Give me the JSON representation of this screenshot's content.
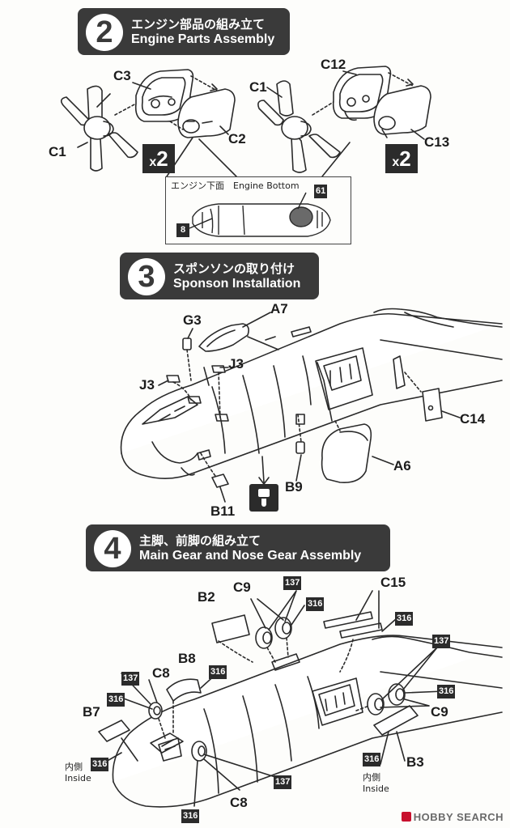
{
  "steps": [
    {
      "number": "2",
      "title_jp": "エンジン部品の組み立て",
      "title_en": "Engine Parts Assembly"
    },
    {
      "number": "3",
      "title_jp": "スポンソンの取り付け",
      "title_en": "Sponson Installation"
    },
    {
      "number": "4",
      "title_jp": "主脚、前脚の組み立て",
      "title_en": "Main Gear and Nose Gear Assembly"
    }
  ],
  "step2": {
    "left_parts": [
      "C3",
      "C1",
      "C2"
    ],
    "right_parts": [
      "C12",
      "C1",
      "C13"
    ],
    "multiplier": "×2",
    "multiplier_x": "x",
    "multiplier_n": "2",
    "inset_title": "エンジン下面　Engine Bottom",
    "inset_paint_top": "61",
    "inset_paint_bottom": "8"
  },
  "step3": {
    "parts": [
      "A7",
      "G3",
      "J3",
      "J3",
      "C14",
      "A6",
      "B9",
      "B11"
    ]
  },
  "step4": {
    "labels": [
      "B2",
      "C9",
      "C15",
      "B8",
      "C8",
      "C9",
      "B7",
      "B3",
      "C8"
    ],
    "paint_codes": [
      "137",
      "316",
      "316",
      "316",
      "137",
      "316",
      "316",
      "137",
      "316",
      "316",
      "137",
      "316"
    ],
    "inside_jp_left": "内側",
    "inside_en_left": "Inside",
    "inside_jp_right": "内側",
    "inside_en_right": "Inside"
  },
  "watermark": "HOBBY SEARCH"
}
